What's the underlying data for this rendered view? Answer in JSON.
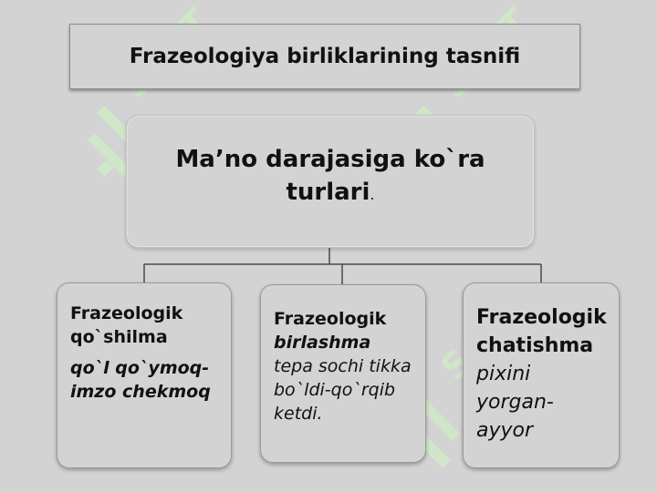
{
  "title": "Frazeologiya birliklarining tasnifi",
  "root": {
    "line1": "Ma’no darajasiga ko`ra",
    "line2": "turlari",
    "dot": "."
  },
  "children": [
    {
      "label": "Frazeologik qo`shilma",
      "example": "qo`l qo`ymoq-imzo chekmoq"
    },
    {
      "label": "Frazeologik",
      "type": "birlashma",
      "example": "tepa sochi tikka bo`ldi-qo`rqib ketdi."
    },
    {
      "label": "Frazeologik chatishma",
      "example": "pixini yorgan-ayyor"
    }
  ],
  "watermark": {
    "text": "SOFT",
    "color": "#c8e6c0"
  }
}
